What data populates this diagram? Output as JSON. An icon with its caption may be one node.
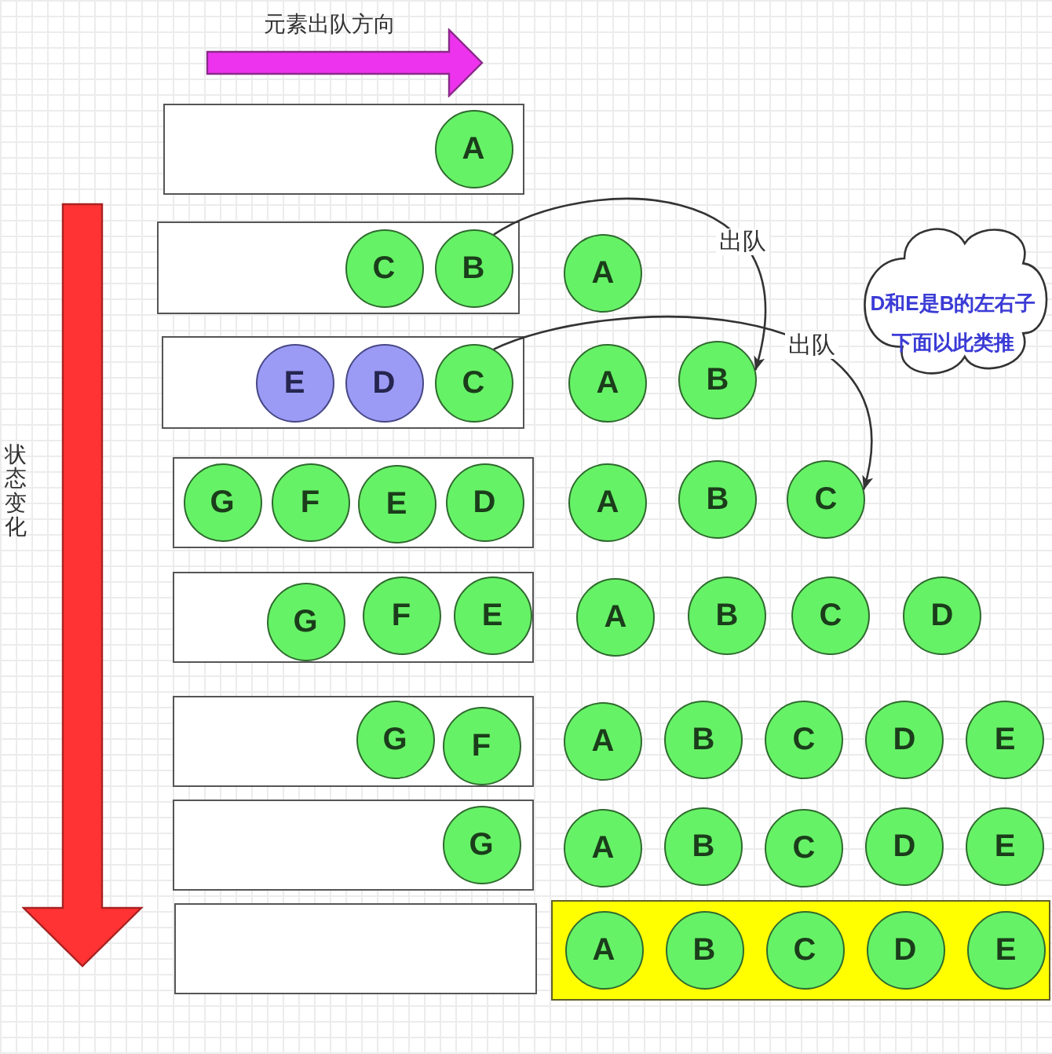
{
  "diagram": {
    "nodes": [
      {
        "text": [],
        "shape": "box"
      },
      {
        "text": [
          "A"
        ],
        "in": 0
      },
      {
        "text": [],
        "shape": "box"
      },
      {
        "text": [
          "C"
        ],
        "in": 2
      },
      {
        "text": [
          "B"
        ],
        "in": 2
      },
      {
        "text": [
          "A"
        ]
      },
      {
        "text": [
          "D和E是B的左右子",
          "下面以此类推"
        ]
      },
      {
        "text": [],
        "shape": "box"
      },
      {
        "text": [
          "E"
        ],
        "in": 7
      },
      {
        "text": [
          "D"
        ],
        "in": 7
      },
      {
        "text": [
          "C"
        ],
        "in": 7
      },
      {
        "text": [
          "A"
        ]
      },
      {
        "text": [
          "B"
        ]
      },
      {
        "text": [],
        "shape": "box"
      },
      {
        "text": [
          "G"
        ],
        "in": 13
      },
      {
        "text": [
          "F"
        ],
        "in": 13
      },
      {
        "text": [
          "E"
        ],
        "in": 13
      },
      {
        "text": [
          "D"
        ],
        "in": 13
      },
      {
        "text": [
          "A"
        ]
      },
      {
        "text": [
          "B"
        ]
      },
      {
        "text": [
          "C"
        ]
      },
      {
        "text": [],
        "shape": "box"
      },
      {
        "text": [
          "G"
        ],
        "in": 21
      },
      {
        "text": [
          "F"
        ],
        "in": 21
      },
      {
        "text": [
          "E"
        ],
        "in": 21
      },
      {
        "text": [
          "A"
        ]
      },
      {
        "text": [
          "B"
        ]
      },
      {
        "text": [
          "C"
        ]
      },
      {
        "text": [
          "D"
        ]
      },
      {
        "text": [],
        "shape": "box"
      },
      {
        "text": [
          "G"
        ],
        "in": 29
      },
      {
        "text": [
          "F"
        ],
        "in": 29
      },
      {
        "text": [
          "A"
        ]
      },
      {
        "text": [
          "B"
        ]
      },
      {
        "text": [
          "C"
        ]
      },
      {
        "text": [
          "D"
        ]
      },
      {
        "text": [
          "E"
        ]
      },
      {
        "text": [],
        "shape": "box"
      },
      {
        "text": [
          "G"
        ],
        "in": 37
      },
      {
        "text": [
          "A"
        ]
      },
      {
        "text": [
          "B"
        ]
      },
      {
        "text": [
          "C"
        ]
      },
      {
        "text": [
          "D"
        ]
      },
      {
        "text": [
          "E"
        ]
      },
      {
        "text": [],
        "shape": "box"
      },
      {
        "text": [],
        "shape": "box"
      },
      {
        "text": [
          "A"
        ],
        "in": 45
      },
      {
        "text": [
          "B"
        ],
        "in": 45
      },
      {
        "text": [
          "C"
        ],
        "in": 45
      },
      {
        "text": [
          "D"
        ],
        "in": 45
      },
      {
        "text": [
          "E"
        ],
        "in": 45
      }
    ],
    "edges": [
      {
        "from": 4,
        "to": 12,
        "arrow": "to",
        "label": "出队"
      },
      {
        "from": 10,
        "to": 20,
        "arrow": "to",
        "label": "出队"
      }
    ],
    "labels": [
      "元素出队方向",
      "状态变化"
    ]
  }
}
